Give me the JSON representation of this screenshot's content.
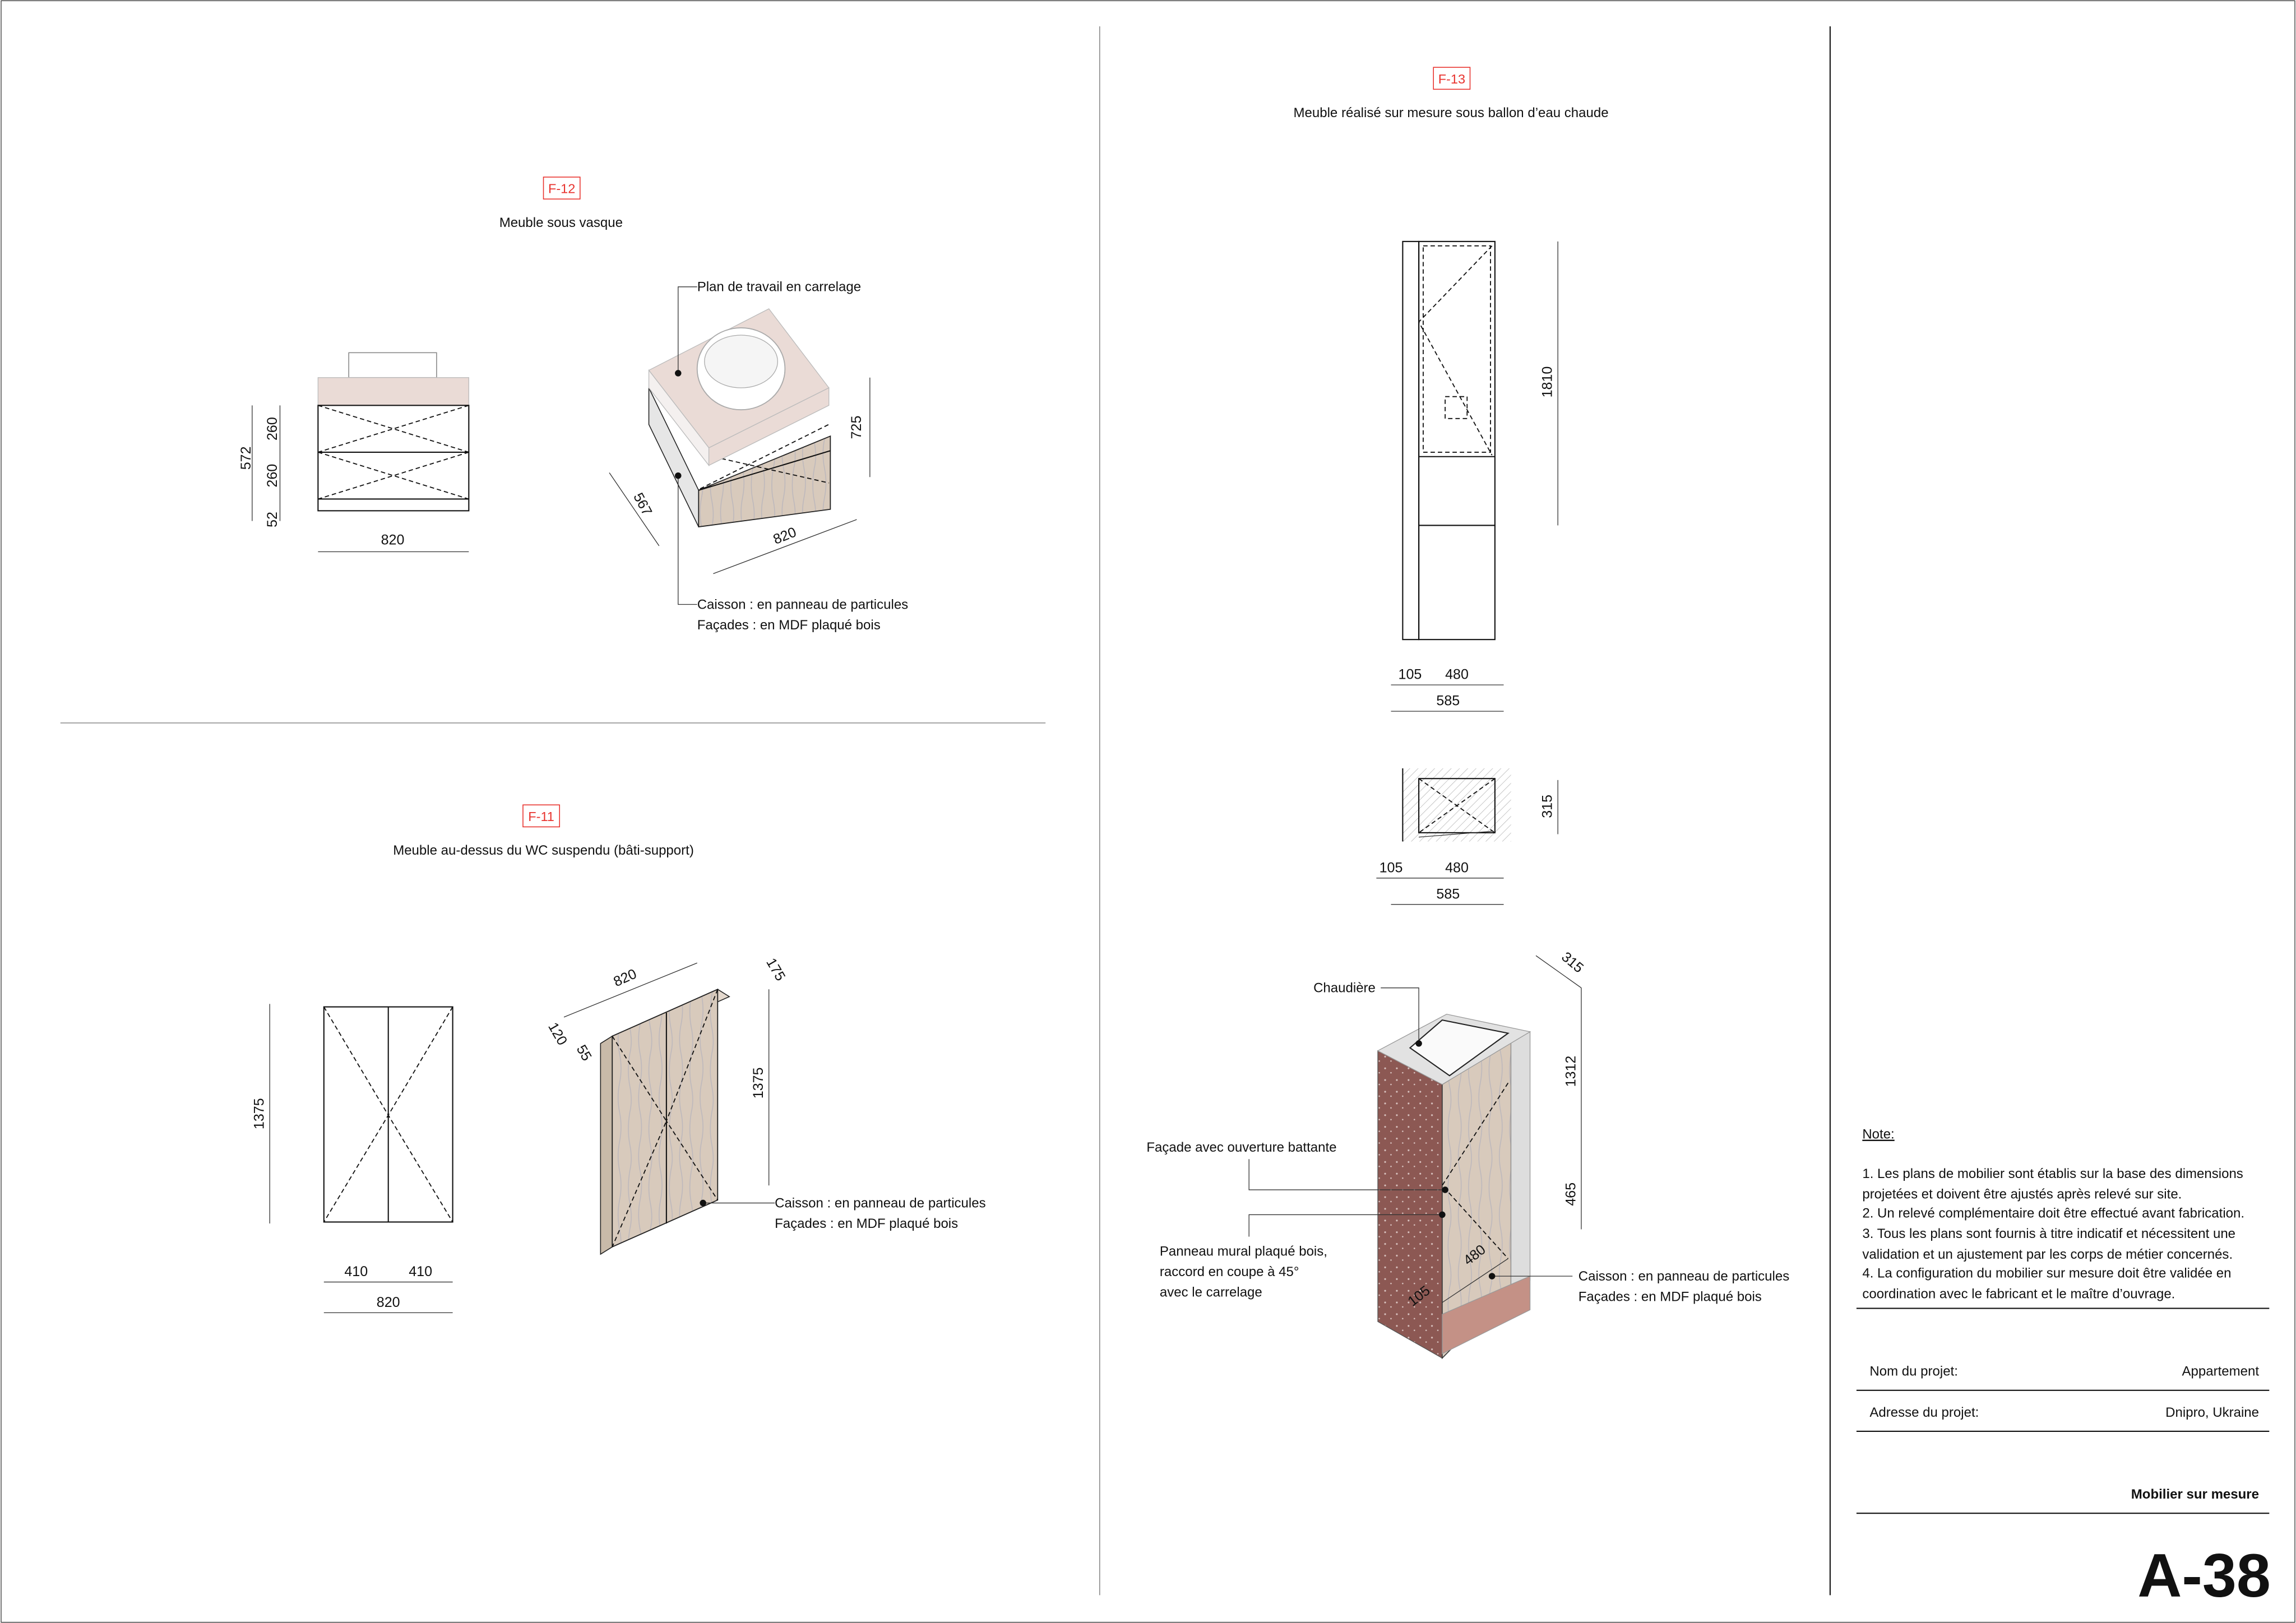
{
  "sheet": {
    "code": "A-38",
    "subject": "Mobilier sur mesure",
    "note_title": "Note:",
    "notes": [
      "1. Les plans de mobilier sont établis sur la base des dimensions",
      "projetées et doivent être ajustés après relevé sur site.",
      "2. Un relevé complémentaire doit être effectué avant fabrication.",
      "3. Tous les plans sont fournis à titre indicatif et nécessitent une",
      "validation et un ajustement par les corps de métier concernés.",
      "4. La configuration du mobilier sur mesure doit être validée en",
      "coordination avec le fabricant et le maître d’ouvrage."
    ],
    "project_name_label": "Nom du projet:",
    "project_name": "Appartement",
    "project_address_label": "Adresse du projet:",
    "project_address": "Dnipro, Ukraine"
  },
  "f12": {
    "tag": "F-12",
    "title": "Meuble sous vasque",
    "label_top": "Plan de travail en carrelage",
    "label_caisson": "Caisson : en panneau de particules",
    "label_facades": "Façades : en MDF plaqué bois",
    "dims": {
      "total_h": "572",
      "drawer1": "260",
      "drawer2": "260",
      "plinth": "52",
      "width": "820",
      "iso_h": "725",
      "iso_d": "567",
      "iso_w": "820"
    }
  },
  "f11": {
    "tag": "F-11",
    "title": "Meuble au-dessus du WC suspendu (bâti-support)",
    "label_caisson": "Caisson : en panneau de particules",
    "label_facades": "Façades : en MDF plaqué bois",
    "dims": {
      "height": "1375",
      "door1": "410",
      "door2": "410",
      "width": "820",
      "iso_w": "820",
      "iso_d": "175",
      "iso_a": "120",
      "iso_b": "55",
      "iso_h": "1375"
    }
  },
  "f13": {
    "tag": "F-13",
    "title": "Meuble réalisé sur mesure sous ballon d’eau chaude",
    "label_boiler": "Chaudière",
    "label_facade": "Façade avec ouverture battante",
    "label_panel": [
      "Panneau mural plaqué bois,",
      "raccord en coupe à 45°",
      "avec le carrelage"
    ],
    "label_caisson": "Caisson : en panneau de particules",
    "label_facades": "Façades : en MDF plaqué bois",
    "dims": {
      "height": "1810",
      "side": "105",
      "body": "480",
      "total": "585",
      "depth": "315",
      "plan_side": "105",
      "plan_body": "480",
      "plan_total": "585",
      "iso_depth": "315",
      "iso_upper": "1312",
      "iso_lower": "465",
      "iso_body": "480",
      "iso_side": "105"
    }
  },
  "colors": {
    "tag_red": "#e8322d",
    "wood": "#d8cabc",
    "tile": "#eadbd6",
    "brick": "#8c5853"
  }
}
